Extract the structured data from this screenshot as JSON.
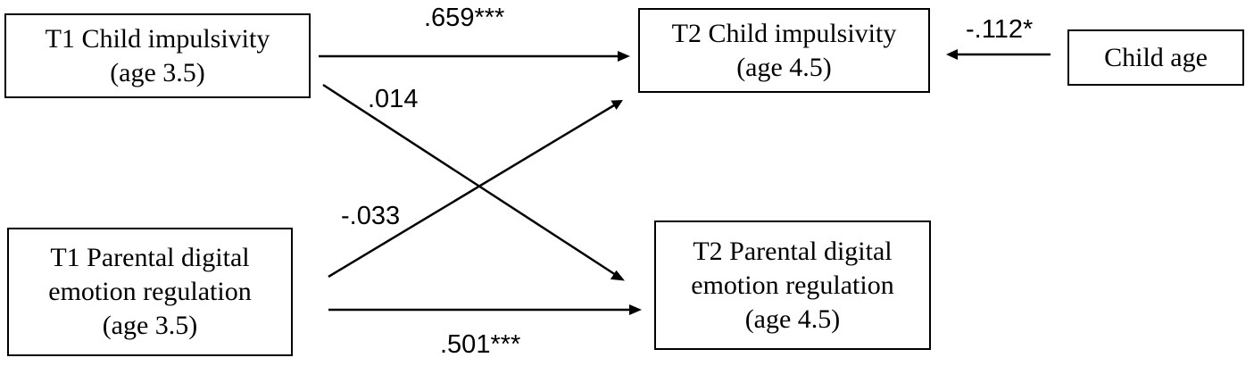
{
  "nodes": {
    "t1_impulsivity": {
      "lines": [
        "T1 Child impulsivity",
        "(age 3.5)"
      ]
    },
    "t2_impulsivity": {
      "lines": [
        "T2 Child impulsivity",
        "(age 4.5)"
      ]
    },
    "child_age": {
      "lines": [
        "Child age"
      ]
    },
    "t1_parental": {
      "lines": [
        "T1 Parental digital",
        "emotion regulation",
        "(age 3.5)"
      ]
    },
    "t2_parental": {
      "lines": [
        "T2 Parental digital",
        "emotion regulation",
        "(age 4.5)"
      ]
    }
  },
  "paths": [
    {
      "id": "t1imp_to_t2imp",
      "from": "t1_impulsivity",
      "to": "t2_impulsivity",
      "coefficient": ".659***"
    },
    {
      "id": "t1imp_to_t2par",
      "from": "t1_impulsivity",
      "to": "t2_parental",
      "coefficient": ".014"
    },
    {
      "id": "t1par_to_t2imp",
      "from": "t1_parental",
      "to": "t2_impulsivity",
      "coefficient": "-.033"
    },
    {
      "id": "t1par_to_t2par",
      "from": "t1_parental",
      "to": "t2_parental",
      "coefficient": ".501***"
    },
    {
      "id": "age_to_t2imp",
      "from": "child_age",
      "to": "t2_impulsivity",
      "coefficient": "-.112*"
    }
  ],
  "colors": {
    "stroke": "#000000",
    "background": "#ffffff"
  }
}
